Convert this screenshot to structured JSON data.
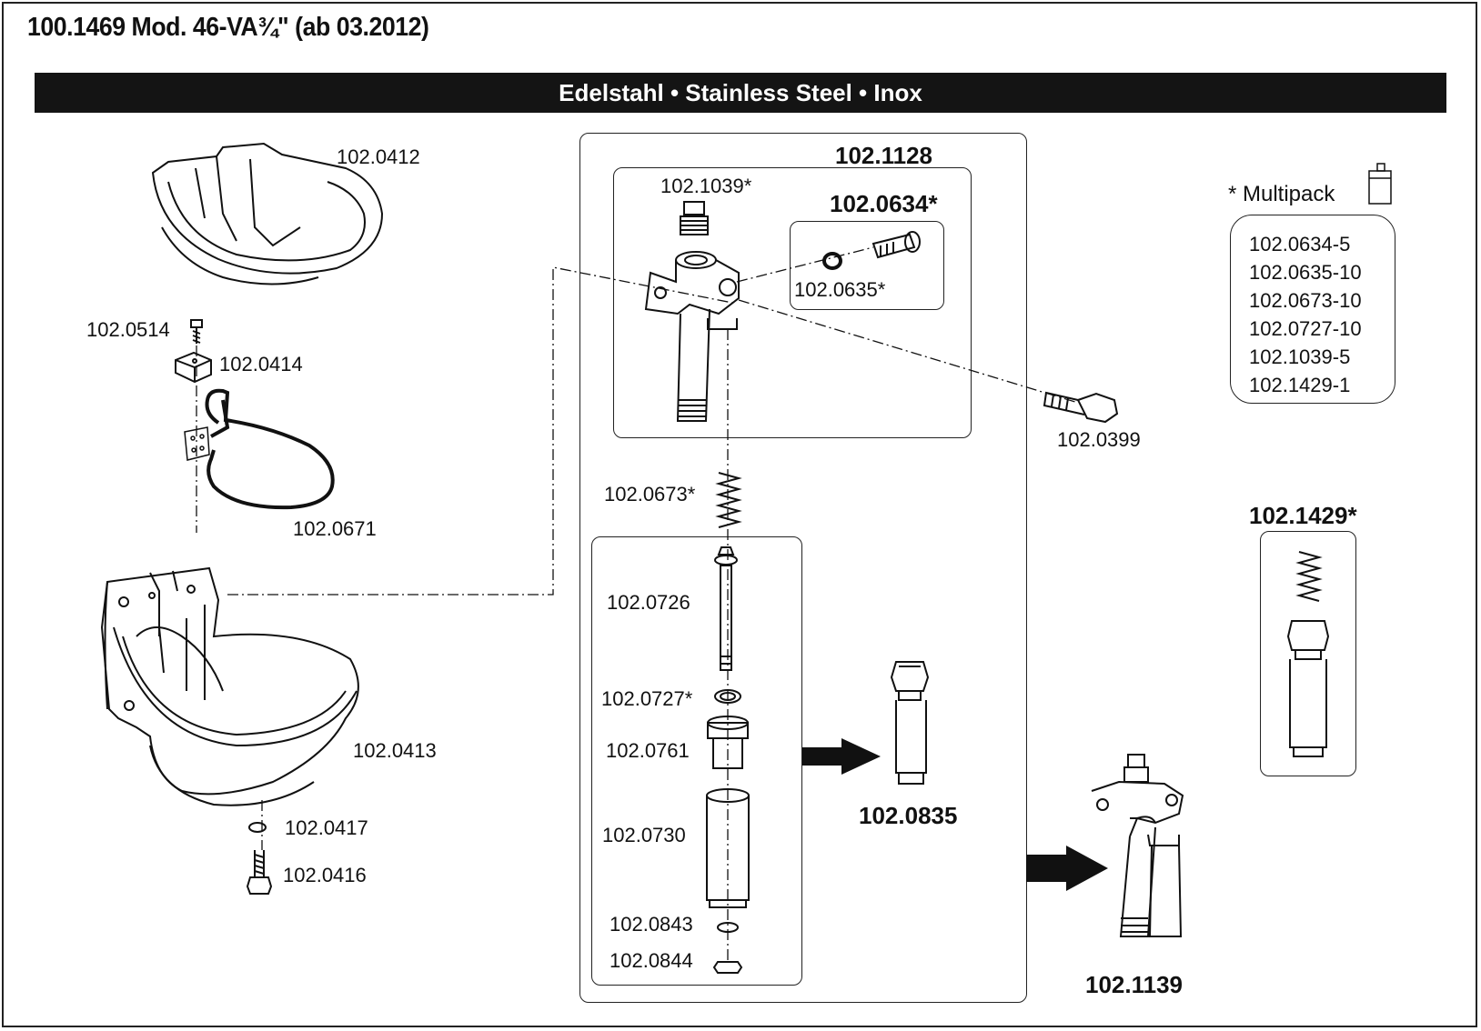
{
  "title": "100.1469 Mod. 46-VA¾\" (ab 03.2012)",
  "banner": "Edelstahl • Stainless Steel • Inox",
  "parts": {
    "p0412": "102.0412",
    "p0514": "102.0514",
    "p0414": "102.0414",
    "p0671": "102.0671",
    "p0413": "102.0413",
    "p0417": "102.0417",
    "p0416": "102.0416",
    "p1128": "102.1128",
    "p1039": "102.1039*",
    "p0634": "102.0634*",
    "p0635": "102.0635*",
    "p0399": "102.0399",
    "p0673": "102.0673*",
    "p0726": "102.0726",
    "p0727": "102.0727*",
    "p0761": "102.0761",
    "p0730": "102.0730",
    "p0843": "102.0843",
    "p0844": "102.0844",
    "p0835": "102.0835",
    "p1139": "102.1139",
    "p1429": "102.1429*"
  },
  "multipack": {
    "title": "* Multipack",
    "icon": "box-icon",
    "items": [
      "102.0634-5",
      "102.0635-10",
      "102.0673-10",
      "102.0727-10",
      "102.1039-5",
      "102.1429-1"
    ]
  }
}
